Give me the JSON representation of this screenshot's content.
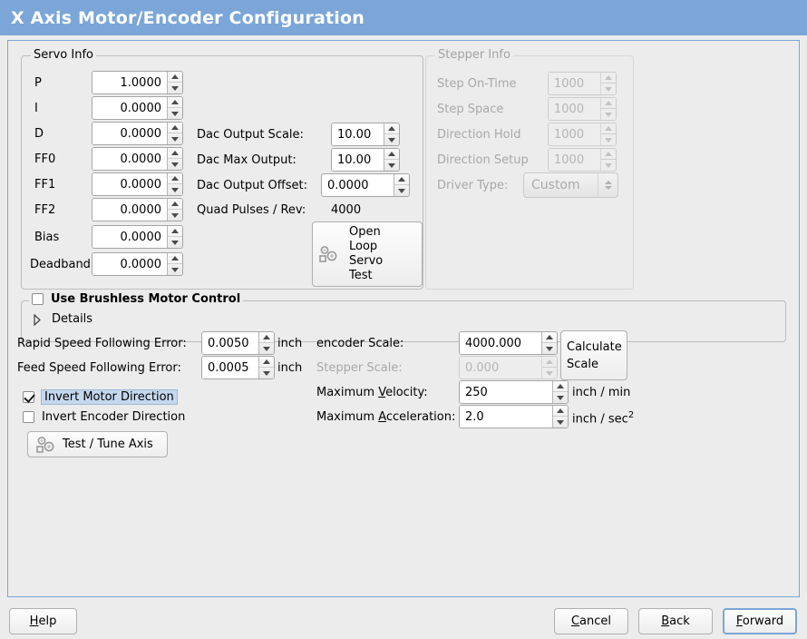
{
  "window": {
    "title": "X Axis Motor/Encoder Configuration",
    "title_bg": "#7ba6d7",
    "title_fg": "#ffffff",
    "bg": "#ececec"
  },
  "servo_info": {
    "legend": "Servo Info",
    "rows": [
      {
        "label": "P",
        "value": "1.0000"
      },
      {
        "label": "I",
        "value": "0.0000"
      },
      {
        "label": "D",
        "value": "0.0000"
      },
      {
        "label": "FF0",
        "value": "0.0000"
      },
      {
        "label": "FF1",
        "value": "0.0000"
      },
      {
        "label": "FF2",
        "value": "0.0000"
      },
      {
        "label": "Bias",
        "value": "0.0000"
      },
      {
        "label": "Deadband",
        "value": "0.0000"
      }
    ],
    "dac": {
      "output_scale_label": "Dac Output Scale:",
      "output_scale_value": "10.00",
      "max_output_label": "Dac Max Output:",
      "max_output_value": "10.00",
      "output_offset_label": "Dac Output Offset:",
      "output_offset_value": "0.0000",
      "quad_pulses_label": "Quad Pulses / Rev:",
      "quad_pulses_value": "4000"
    },
    "open_loop_button": {
      "line1": "Open",
      "line2": "Loop",
      "line3": "Servo",
      "line4": "Test",
      "icon": "gears-icon"
    }
  },
  "stepper_info": {
    "legend": "Stepper Info",
    "enabled": false,
    "rows": [
      {
        "label": "Step On-Time",
        "value": "1000"
      },
      {
        "label": "Step Space",
        "value": "1000"
      },
      {
        "label": "Direction Hold",
        "value": "1000"
      },
      {
        "label": "Direction Setup",
        "value": "1000"
      }
    ],
    "driver_type_label": "Driver Type:",
    "driver_type_value": "Custom"
  },
  "brushless": {
    "checkbox_label": "Use Brushless Motor Control",
    "checked": false,
    "details_label": "Details",
    "details_expanded": false
  },
  "tuning": {
    "rapid_error_label": "Rapid Speed Following Error:",
    "rapid_error_value": "0.0050",
    "rapid_error_unit": "inch",
    "feed_error_label": "Feed Speed Following Error:",
    "feed_error_value": "0.0005",
    "feed_error_unit": "inch",
    "invert_motor_label": "Invert Motor Direction",
    "invert_motor_checked": true,
    "invert_encoder_label": "Invert Encoder Direction",
    "invert_encoder_checked": false,
    "test_tune_label": "Test / Tune Axis",
    "test_tune_icon": "gears-icon"
  },
  "scales": {
    "encoder_scale_label": "encoder Scale:",
    "encoder_scale_value": "4000.000",
    "stepper_scale_label": "Stepper Scale:",
    "stepper_scale_value": "0.000",
    "stepper_scale_enabled": false,
    "calculate_line1": "Calculate",
    "calculate_line2": "Scale",
    "max_velocity_label_pre": "Maximum ",
    "max_velocity_label_mn": "V",
    "max_velocity_label_post": "elocity:",
    "max_velocity_value": "250",
    "max_velocity_unit": "inch / min",
    "max_accel_label_pre": "Maximum ",
    "max_accel_label_mn": "A",
    "max_accel_label_post": "cceleration:",
    "max_accel_value": "2.0",
    "max_accel_unit_pre": "inch / sec",
    "max_accel_unit_sup": "2"
  },
  "actions": {
    "help_mn": "H",
    "help_rest": "elp",
    "cancel_mn": "C",
    "cancel_rest": "ancel",
    "back_mn": "B",
    "back_rest": "ack",
    "forward_mn": "F",
    "forward_rest": "orward",
    "focused": "forward"
  }
}
